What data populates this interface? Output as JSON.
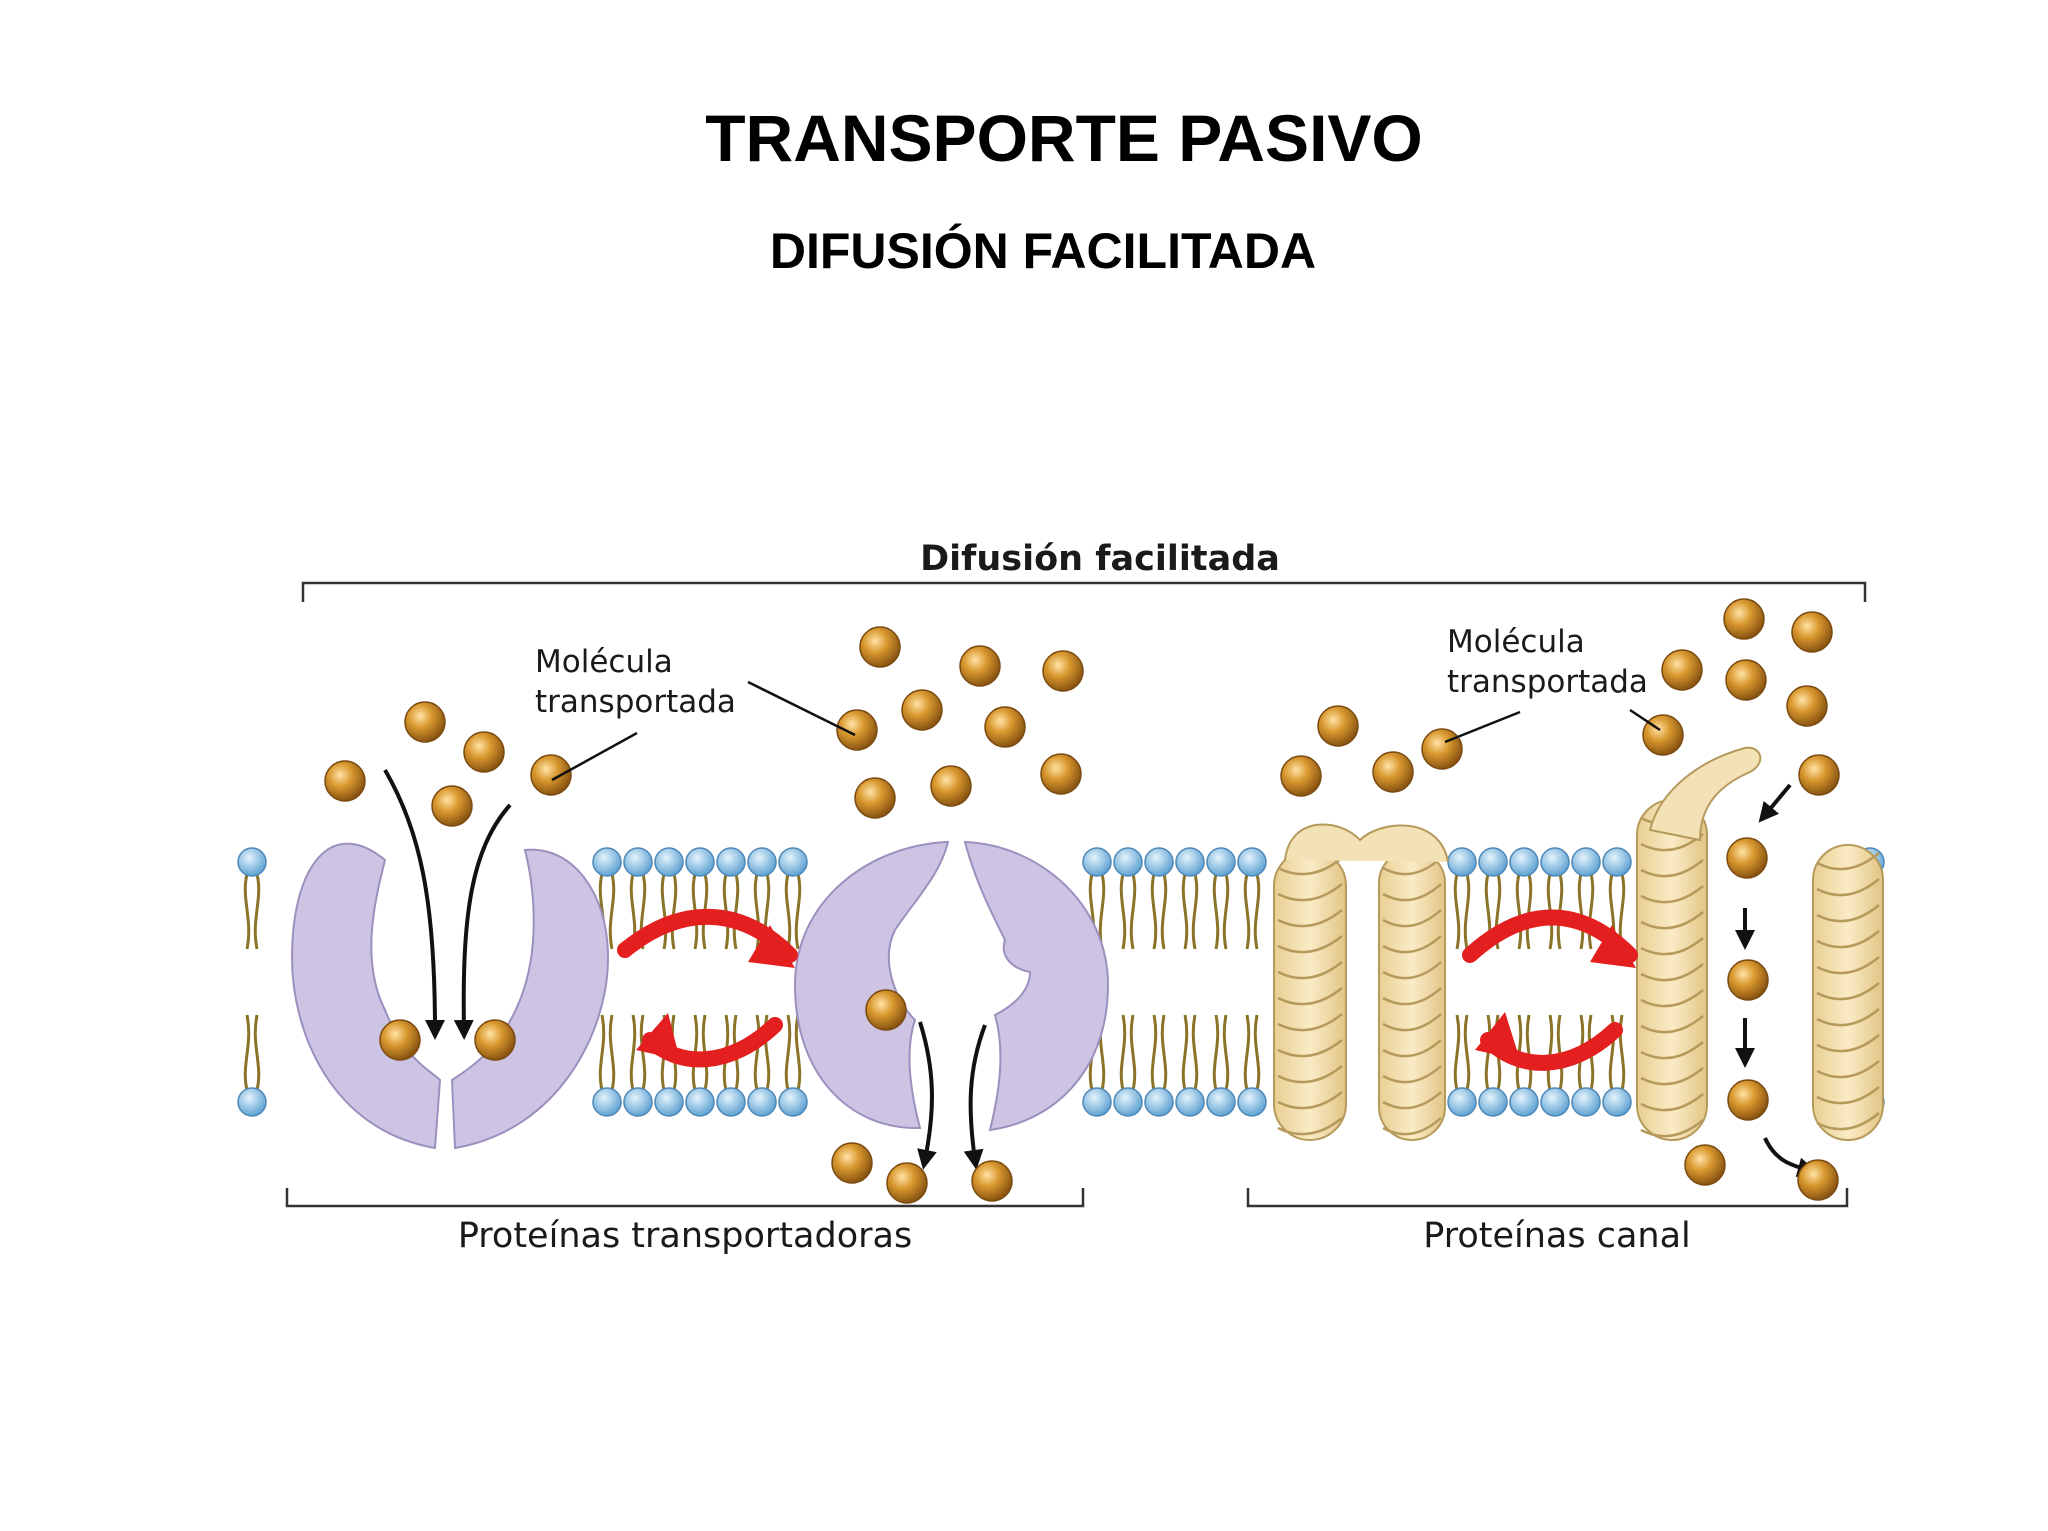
{
  "title": "TRANSPORTE PASIVO",
  "subtitle": "DIFUSIÓN FACILITADA",
  "diagram": {
    "header_label": "Difusión facilitada",
    "left_molecule_label": [
      "Molécula",
      "transportada"
    ],
    "right_molecule_label": [
      "Molécula",
      "transportada"
    ],
    "left_group_label": "Proteínas transportadoras",
    "right_group_label": "Proteínas canal"
  },
  "colors": {
    "molecule": "#C8862A",
    "carrier_protein": "#CDC3E3",
    "channel_protein": "#EED9A8",
    "lipid_head": "#8EC3E6",
    "lipid_tail": "#8A7428",
    "conformation_arrow": "#E3201F"
  }
}
